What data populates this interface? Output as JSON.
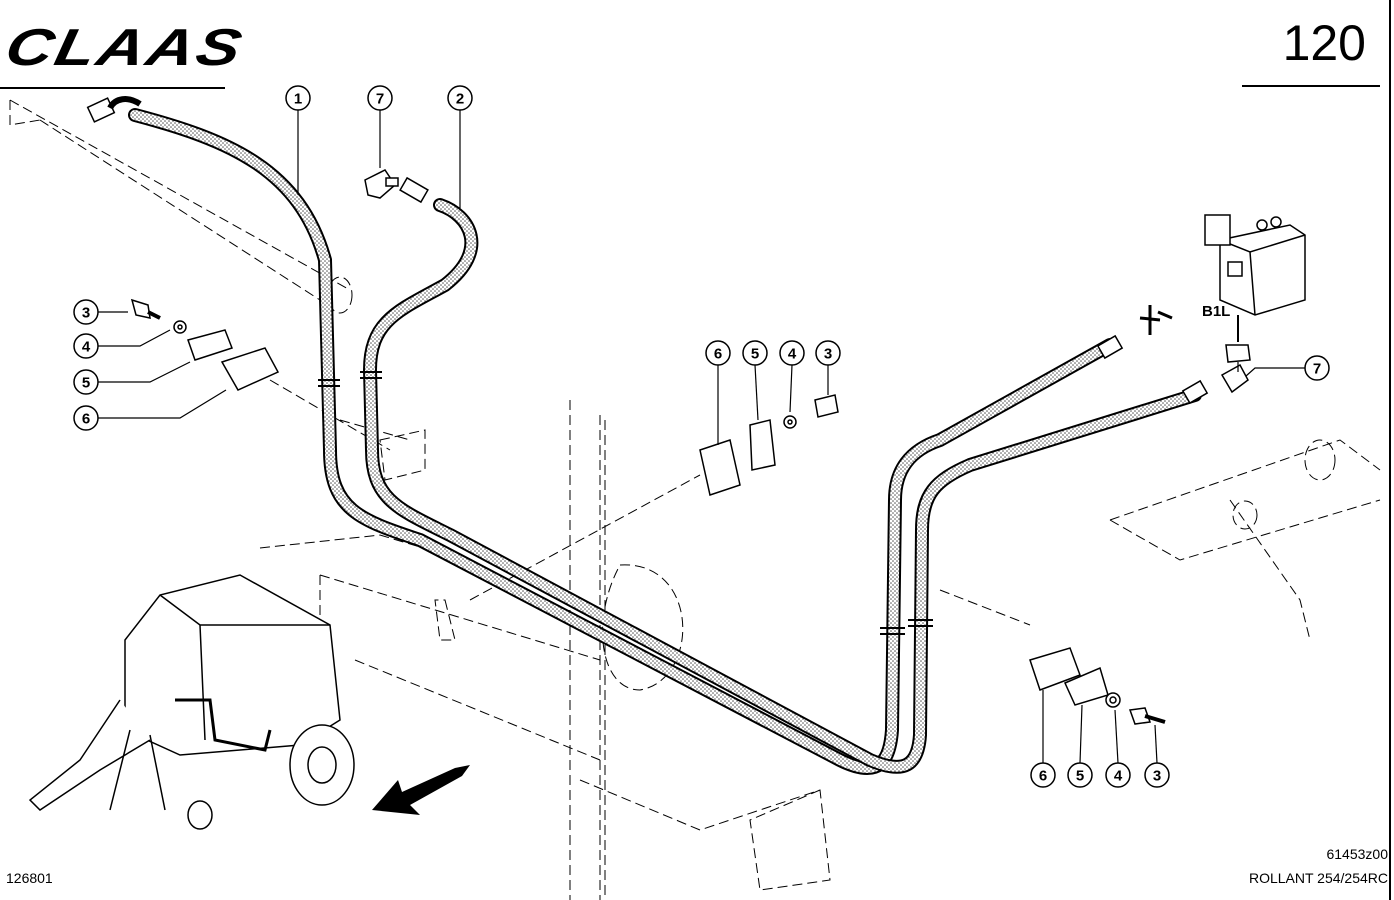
{
  "header": {
    "brand": "CLAAS",
    "page_number": "120"
  },
  "footer": {
    "drawing_code": "61453z00",
    "model": "ROLLANT 254/254RC",
    "page_id": "126801"
  },
  "diagram": {
    "port_label": "B1L",
    "callouts": [
      "1",
      "7",
      "2",
      "3",
      "4",
      "5",
      "6",
      "6",
      "5",
      "4",
      "3",
      "7",
      "6",
      "5",
      "4",
      "3"
    ]
  }
}
